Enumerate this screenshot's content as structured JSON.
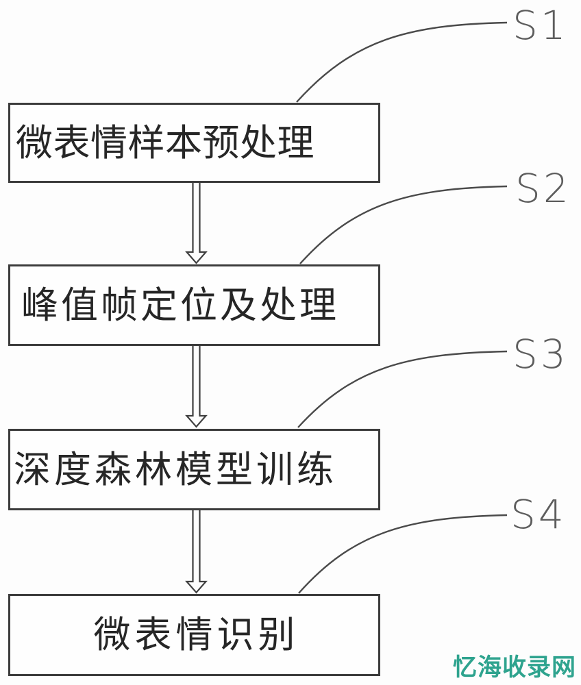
{
  "diagram": {
    "type": "flowchart",
    "title": "micro-expression recognition method flowchart (patent figure)",
    "flow_order": "S1 -> S2 -> S3 -> S4",
    "boxes": [
      {
        "step": "S1",
        "label": "微表情样本预处理"
      },
      {
        "step": "S2",
        "label": "峰值帧定位及处理"
      },
      {
        "step": "S3",
        "label": "深度森林模型训练"
      },
      {
        "step": "S4",
        "label": "微表情识别"
      }
    ],
    "steps": [
      {
        "label": "S1"
      },
      {
        "label": "S2"
      },
      {
        "label": "S3"
      },
      {
        "label": "S4"
      }
    ],
    "connectors": {
      "arrow_style": "hollow open-head down arrow",
      "leader_style": "curved line with horizontal dash to step label"
    },
    "colors": {
      "box_border": "#3c3c3c",
      "line": "#4a4a4a",
      "step_label": "#5d5d5d",
      "text": "#262626",
      "watermark": "#2ea38e",
      "background": "#fdfdfd"
    }
  },
  "watermark": {
    "text": "忆海收录网"
  }
}
